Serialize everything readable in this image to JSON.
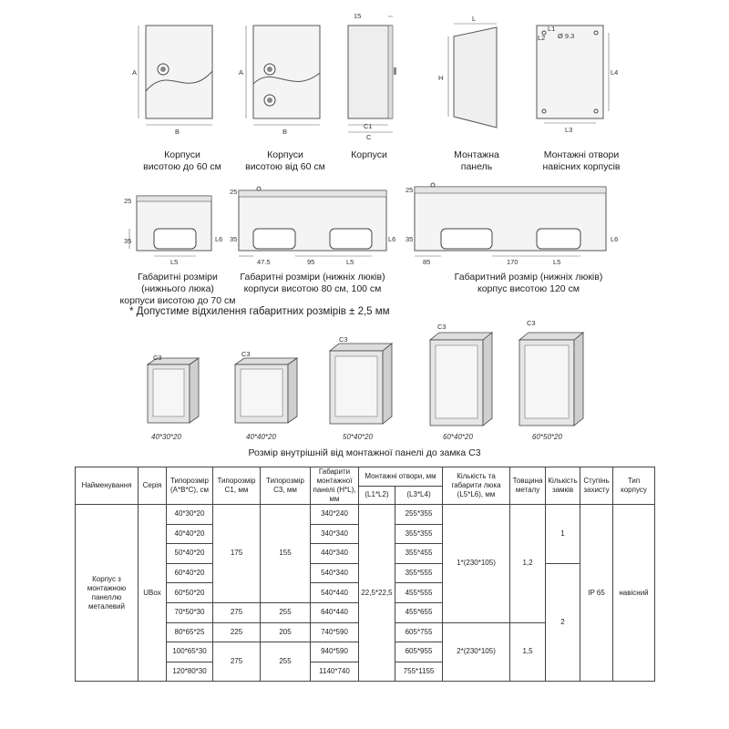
{
  "drawings": {
    "top_captions": [
      {
        "line1": "Корпуси",
        "line2": "висотою до 60 см"
      },
      {
        "line1": "Корпуси",
        "line2": "висотою від 60 см"
      },
      {
        "line1": "Корпуси",
        "line2": ""
      },
      {
        "line1": "Монтажна",
        "line2": "панель"
      },
      {
        "line1": "Монтажні отвори",
        "line2": "навісних корпусів"
      }
    ],
    "top_labels": {
      "a": "A",
      "b": "B",
      "c": "C",
      "c1": "C1",
      "d15": "15",
      "h": "H",
      "l": "L",
      "l1": "L1",
      "l2": "L2",
      "hole": "Ø 9.3",
      "l3": "L3",
      "l4": "L4"
    },
    "mid_labels": {
      "d25": "25",
      "d35": "35",
      "l5": "L5",
      "l6": "L6",
      "d47": "47.5",
      "d95": "95",
      "d85": "85",
      "d170": "170"
    },
    "mid_captions": [
      {
        "line1": "Габаритні розміри",
        "line2": "(нижнього люка)",
        "line3": "корпуси висотою до 70 см"
      },
      {
        "line1": "Габаритні розміри (нижніх люків)",
        "line2": "корпуси висотою 80 см, 100 см"
      },
      {
        "line1": "Габаритний розмір (нижніх люків)",
        "line2": "корпус висотою 120 см"
      }
    ],
    "note": "* Допустиме відхилення габаритних розмірів ± 2,5 мм",
    "c3": "C3",
    "cabinet_sizes": [
      "40*30*20",
      "40*40*20",
      "50*40*20",
      "60*40*20",
      "60*50*20"
    ],
    "subcaption": "Розмір внутрішній від монтажної панелі до замка С3"
  },
  "table": {
    "headers": {
      "name": "Найменування",
      "series": "Серія",
      "size_abc": "Типорозмір (A*B*C), см",
      "size_c1": "Типорозмір C1, мм",
      "size_c3": "Типорозмір C3, мм",
      "panel": "Габарити монтажної панелі (H*L), мм",
      "holes": "Монтажні отвори, мм",
      "holes_l1l2": "(L1*L2)",
      "holes_l3l4": "(L3*L4)",
      "hatch": "Кількість та габарити люка (L5*L6), мм",
      "thickness": "Товщина металу",
      "locks": "Кількість замків",
      "ip": "Ступінь захисту",
      "type": "Тип корпусу"
    },
    "name": "Корпус з монтажною панеллю металевий",
    "series": "UBox",
    "rows": [
      {
        "abc": "40*30*20",
        "panel": "340*240",
        "l3l4": "255*355"
      },
      {
        "abc": "40*40*20",
        "panel": "340*340",
        "l3l4": "355*355"
      },
      {
        "abc": "50*40*20",
        "panel": "440*340",
        "l3l4": "355*455"
      },
      {
        "abc": "60*40*20",
        "panel": "540*340",
        "l3l4": "355*555"
      },
      {
        "abc": "60*50*20",
        "panel": "540*440",
        "l3l4": "455*555"
      },
      {
        "abc": "70*50*30",
        "panel": "640*440",
        "l3l4": "455*655"
      },
      {
        "abc": "80*65*25",
        "panel": "740*590",
        "l3l4": "605*755"
      },
      {
        "abc": "100*65*30",
        "panel": "940*590",
        "l3l4": "605*955"
      },
      {
        "abc": "120*80*30",
        "panel": "1140*740",
        "l3l4": "755*1155"
      }
    ],
    "c1_groups": [
      "175",
      "275",
      "225",
      "275"
    ],
    "c3_groups": [
      "155",
      "255",
      "205",
      "255"
    ],
    "l1l2": "22,5*22,5",
    "hatch_groups": [
      "1*(230*105)",
      "2*(230*105)"
    ],
    "thickness_groups": [
      "1,2",
      "1,5"
    ],
    "locks_groups": [
      "1",
      "2"
    ],
    "ip": "IP 65",
    "type": "навісний"
  }
}
